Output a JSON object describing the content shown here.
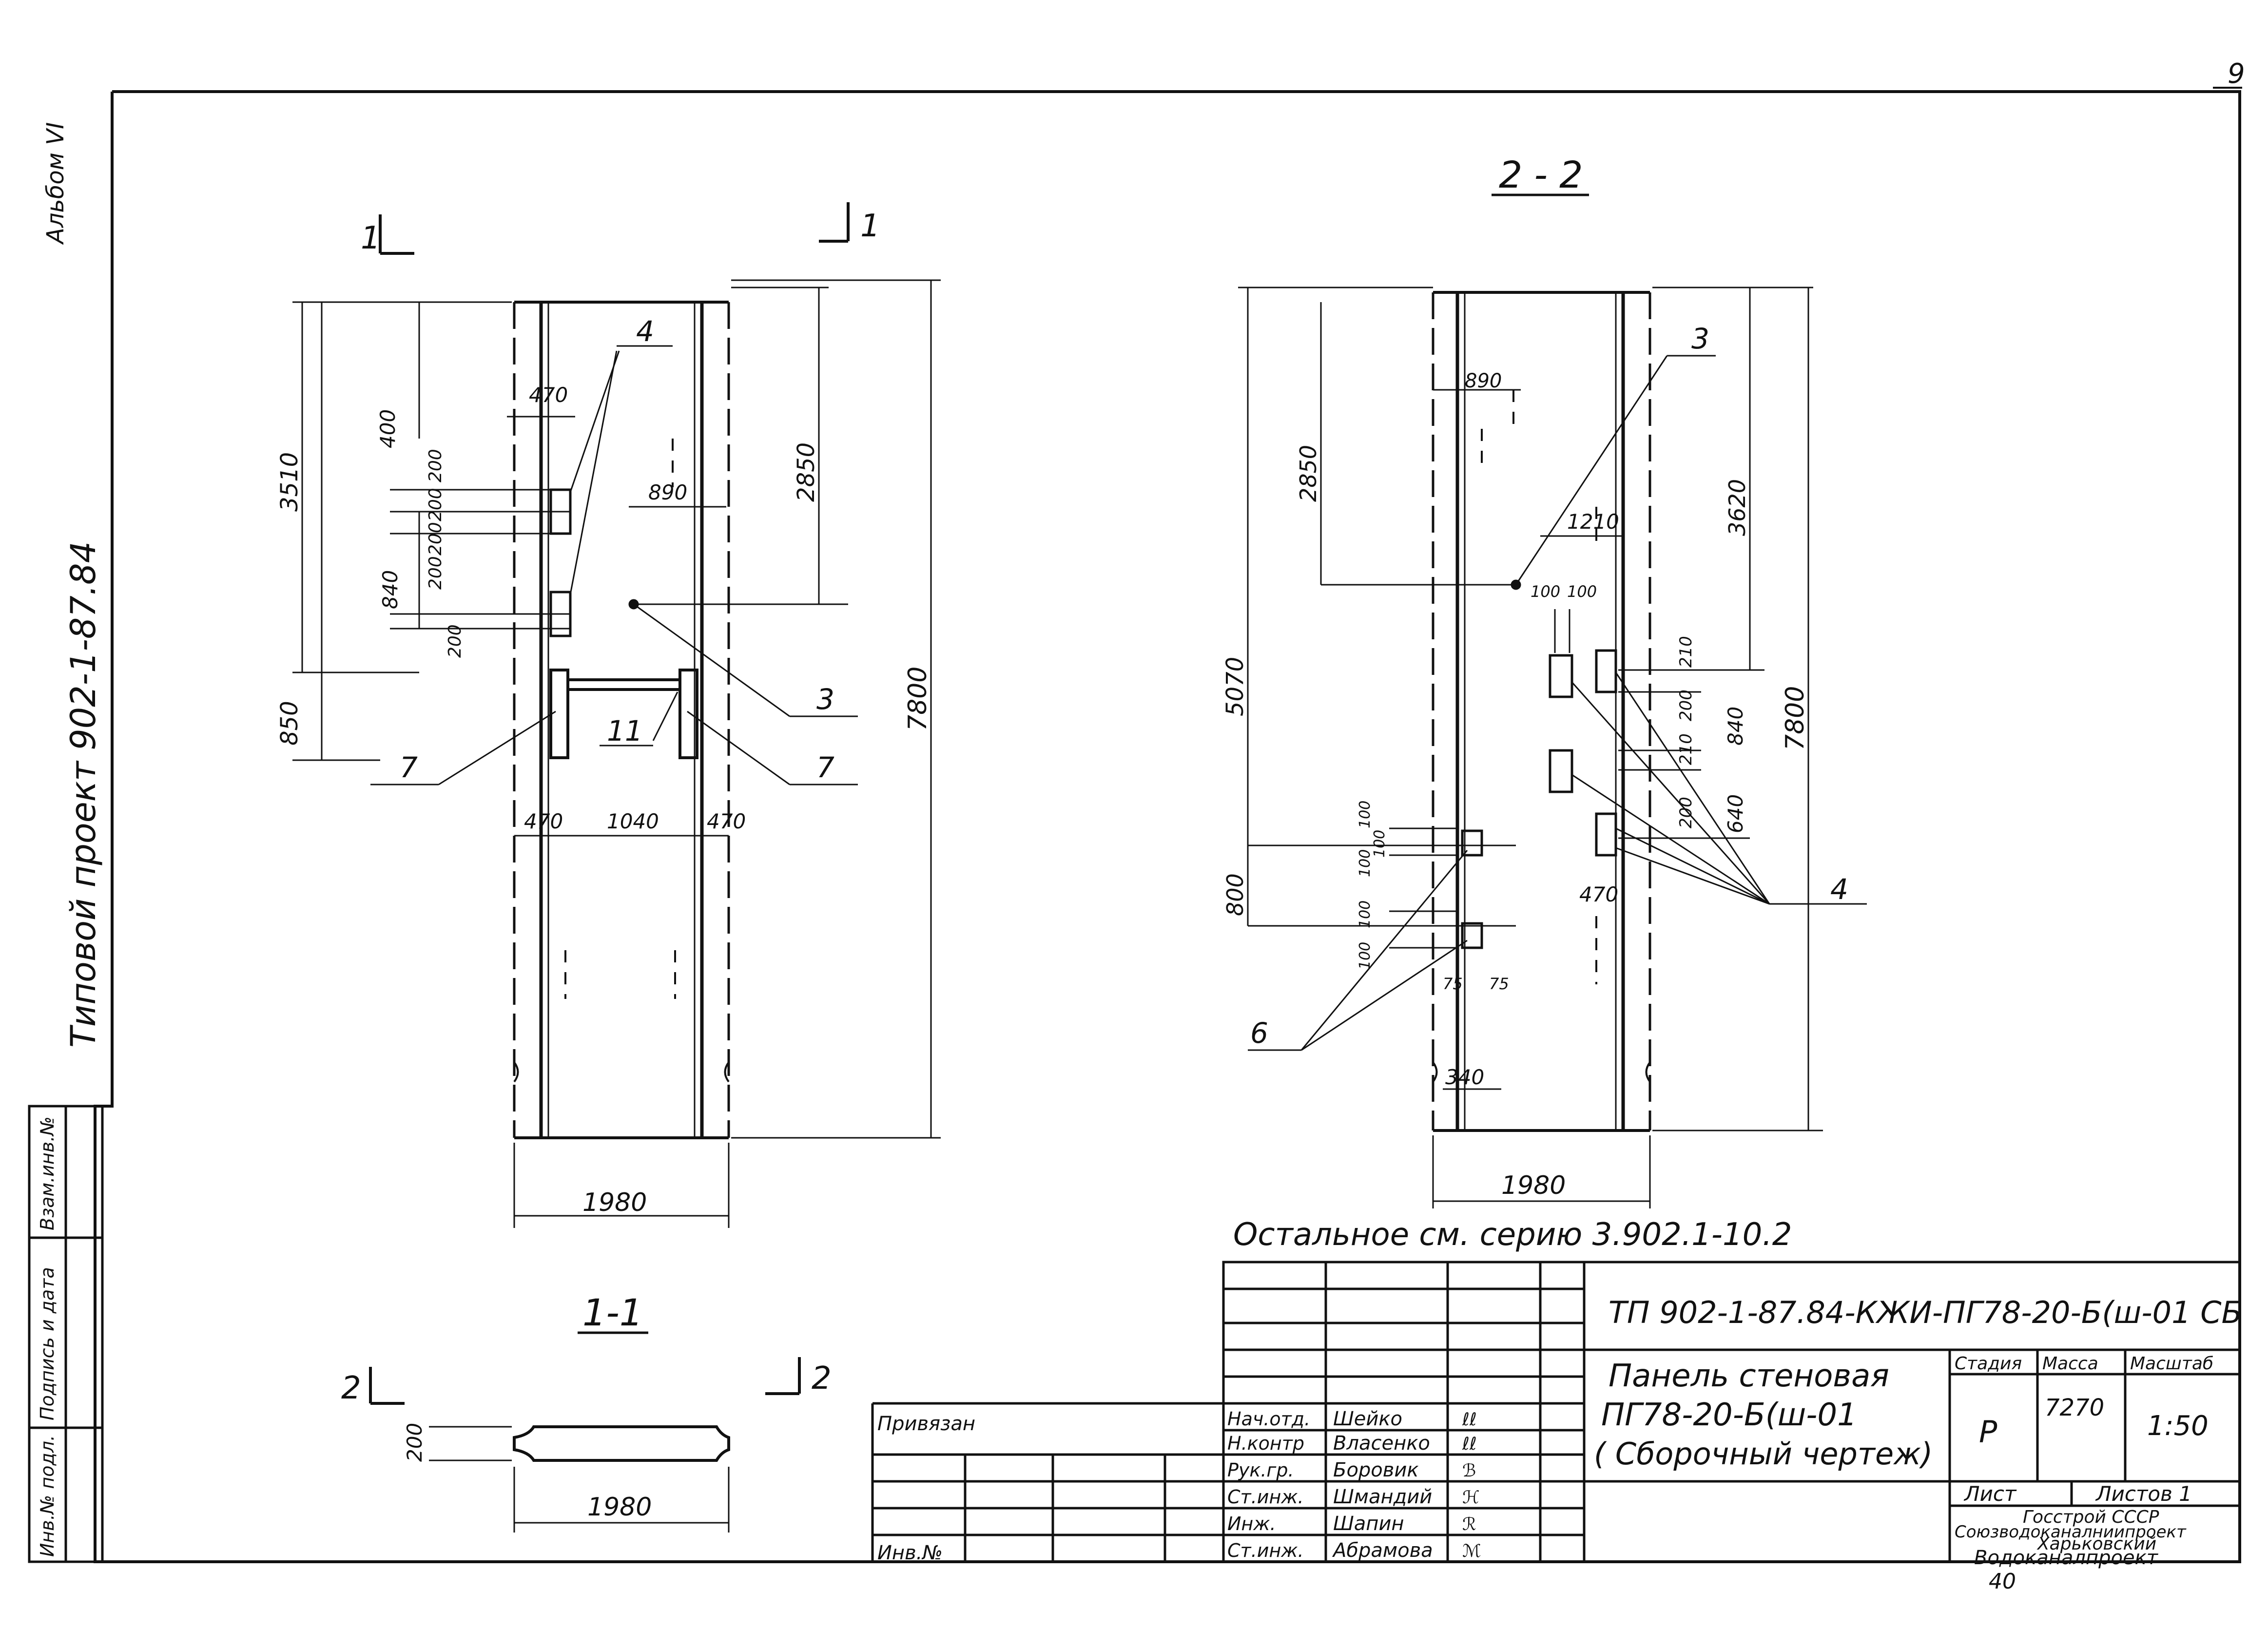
{
  "page_number": "9",
  "album_label": "Альбом VI",
  "project_vertical": "Типовой проект 902-1-87.84",
  "note": "Остальное см. серию 3.902.1-10.2",
  "views": {
    "left": {
      "section_mark_left": "1",
      "section_mark_right": "1",
      "dims": {
        "height_total": "7800",
        "top_3510": "3510",
        "top_400": "400",
        "top_840": "840",
        "a200": "200",
        "b200": "200",
        "c200": "200",
        "d200": "200",
        "e200": "200",
        "bottom_850": "850",
        "right_2850": "2850",
        "off_470_top": "470",
        "off_890": "890",
        "off_470_left": "470",
        "gap_1040": "1040",
        "off_470_right": "470",
        "width_1980": "1980"
      },
      "callouts": {
        "c4": "4",
        "c3": "3",
        "c7_left": "7",
        "c7_right": "7",
        "c11": "11"
      }
    },
    "right": {
      "title": "2 - 2",
      "dims": {
        "height_total": "7800",
        "d2850": "2850",
        "d5070": "5070",
        "d3620": "3620",
        "d890": "890",
        "d1210": "1210",
        "d100a": "100",
        "d100b": "100",
        "d210a": "210",
        "d200a": "200",
        "d210b": "210",
        "d200b": "200",
        "d840": "840",
        "d640": "640",
        "d470": "470",
        "d800": "800",
        "v100a": "100",
        "v100b": "100",
        "v100c": "100",
        "v100d": "100",
        "v100e": "100",
        "d75a": "75",
        "d75b": "75",
        "d340": "340",
        "width_1980": "1980"
      },
      "callouts": {
        "c3": "3",
        "c4": "4",
        "c6": "6"
      }
    },
    "section": {
      "title": "1-1",
      "mark_left": "2",
      "mark_right": "2",
      "dim_200": "200",
      "dim_1980": "1980"
    }
  },
  "side_stamp": {
    "col1": "Инв.№ подл.",
    "col2": "Подпись и дата",
    "col3": "Взам.инв.№"
  },
  "title_block": {
    "code": "ТП 902-1-87.84-КЖИ-ПГ78-20-Б(ш-01 СБ",
    "name_line1": "Панель стеновая",
    "name_line2": "ПГ78-20-Б(ш-01",
    "name_line3": "( Сборочный чертеж)",
    "h_stage": "Стадия",
    "h_mass": "Масса",
    "h_scale": "Масштаб",
    "stage": "Р",
    "mass": "7270",
    "scale": "1:50",
    "sheet_label": "Лист",
    "sheets_label": "Листов 1",
    "org1": "Госстрой СССР",
    "org2": "Союзводоканалниипроект",
    "org3": "Харьковский",
    "org4": "Водоканалпроект",
    "bound_label": "Привязан",
    "inv_label": "Инв.№",
    "roles": [
      {
        "role": "Нач.отд.",
        "name": "Шейко",
        "sign": "ℓℓ"
      },
      {
        "role": "Н.контр",
        "name": "Власенко",
        "sign": "ℓℓ"
      },
      {
        "role": "Рук.гр.",
        "name": "Боровик",
        "sign": "ℬ"
      },
      {
        "role": "Ст.инж.",
        "name": "Шмандий",
        "sign": "ℋ"
      },
      {
        "role": "Инж.",
        "name": "Шапин",
        "sign": "ℛ"
      },
      {
        "role": "Ст.инж.",
        "name": "Абрамова",
        "sign": "ℳ"
      }
    ]
  },
  "bottom_number": "40"
}
